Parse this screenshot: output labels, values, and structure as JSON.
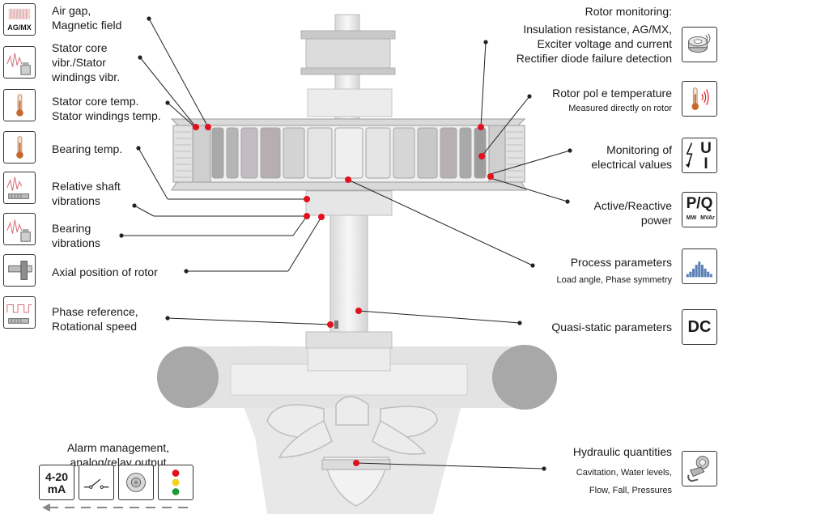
{
  "left_labels": {
    "air_gap": [
      "Air gap,",
      "Magnetic field"
    ],
    "stator_vibr": [
      "Stator core",
      "vibr./Stator",
      "windings vibr."
    ],
    "stator_temp": [
      "Stator core temp.",
      "Stator windings temp."
    ],
    "bearing_temp": [
      "Bearing temp."
    ],
    "shaft_vibr": [
      "Relative shaft",
      "vibrations"
    ],
    "bearing_vibr": [
      "Bearing",
      "vibrations"
    ],
    "axial": [
      "Axial position of rotor"
    ],
    "phase": [
      "Phase reference,",
      "Rotational speed"
    ]
  },
  "right_labels": {
    "rotor_monitoring": "Rotor monitoring:",
    "insulation": [
      "Insulation resistance,  AG/MX,",
      "Exciter voltage and current",
      "Rectifier diode failure detection"
    ],
    "pole_temp": "Rotor pol e temperature",
    "pole_temp_sub": "Measured directly on rotor",
    "electrical": [
      "Monitoring of",
      "electrical values"
    ],
    "power": [
      "Active/Reactive",
      "power"
    ],
    "process": "Process parameters",
    "process_sub": "Load angle, Phase symmetry",
    "quasi": "Quasi-static parameters",
    "hydraulic": "Hydraulic quantities",
    "hydraulic_sub": [
      "Cavitation, Water levels,",
      "Flow, Fall, Pressures"
    ]
  },
  "alarm": {
    "title": [
      "Alarm management,",
      "analog/relay output"
    ],
    "current_icon": [
      "4-20",
      "mA"
    ]
  },
  "icon_text": {
    "agmx": "AG/MX",
    "ui_u": "U",
    "ui_i": "I",
    "pq": "P/Q",
    "pq_mw": "MW",
    "pq_mvar": "MVAr",
    "dc": "DC"
  },
  "colors": {
    "sensor_dot": "#e3101e",
    "machine_fill": "#e6e6e6",
    "machine_dark": "#a8a8a8",
    "leader": "#222222",
    "traffic_red": "#e3101e",
    "traffic_yellow": "#f2d21b",
    "traffic_green": "#1f9a3a"
  }
}
